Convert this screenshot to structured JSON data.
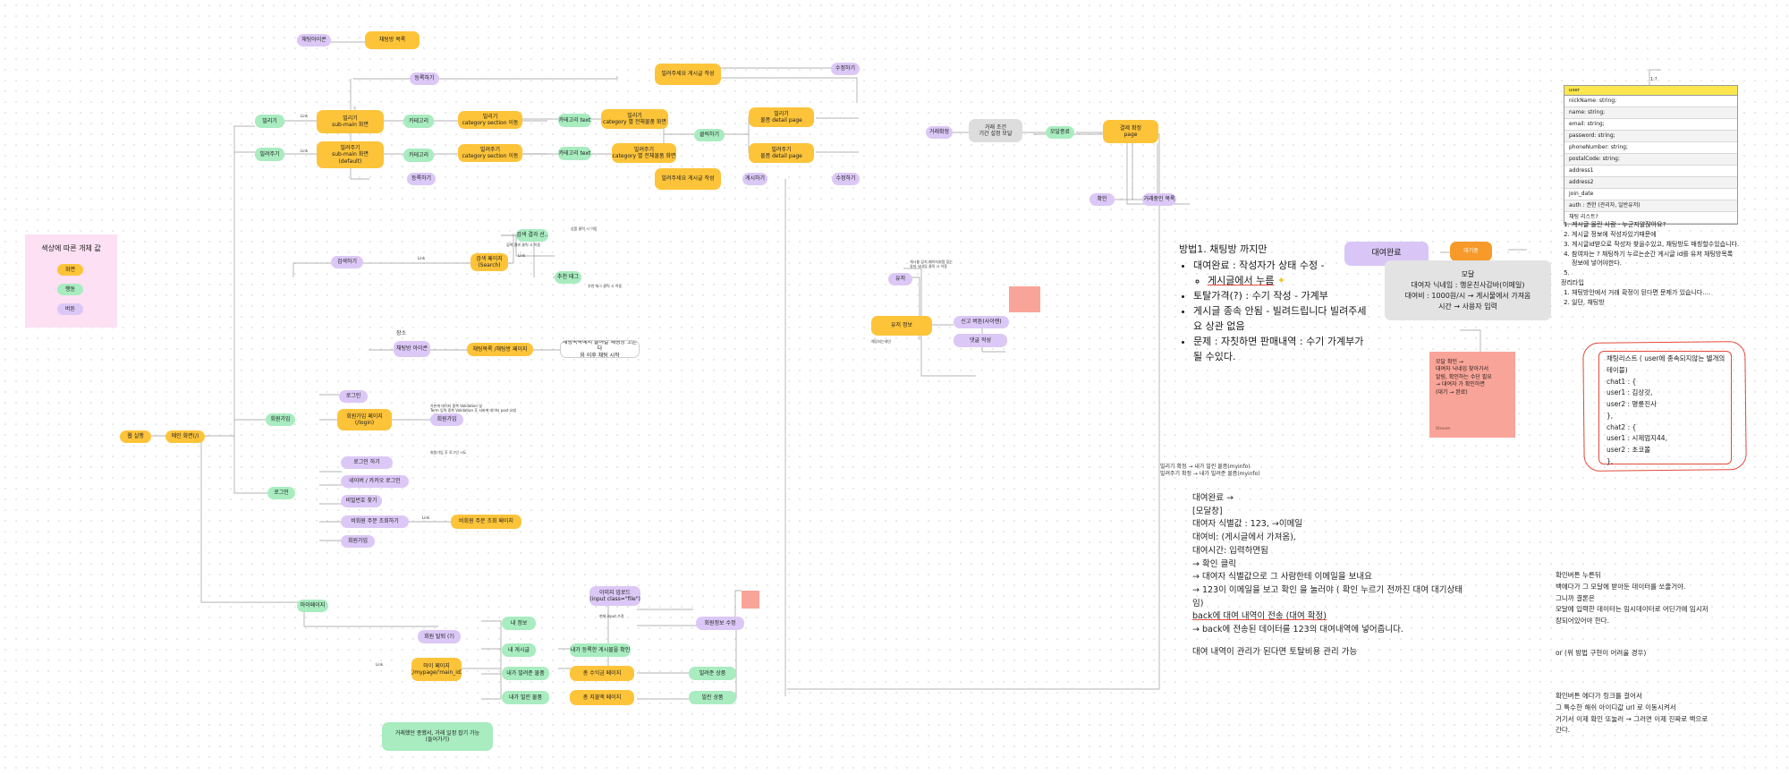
{
  "colors": {
    "yellow": "#fdc43a",
    "green": "#a8ecc0",
    "purple": "#dcc8f6",
    "gray": "#dddddd",
    "pink_bg": "#fde0f4",
    "red_note": "#f9a498",
    "violet": "#d9c6f7",
    "orange": "#f79a2a"
  },
  "legend": {
    "title": "색상에 따른 개체 값",
    "items": [
      "화면",
      "행동",
      "버튼"
    ]
  },
  "flow": {
    "n_chatlist_btn": "채팅아이콘",
    "n_chatlist": "채팅방 목록",
    "n_register_top": "등록하기",
    "n_lend_post": "빌려주세요 게시글 작성",
    "n_edit_top": "수정하기",
    "n_borrow": "빌리기",
    "n_lend": "빌려주기",
    "n_borrow_sub": "빌리기\nsub-main 화면",
    "n_lend_sub": "빌려주기\nsub-main 화면\n(default)",
    "n_cat1": "카테고리",
    "n_cat2": "카테고리",
    "n_borrow_cat": "빌리기\ncategory section 이동",
    "n_lend_cat": "빌려주기\ncategory section 이동",
    "n_cattext1": "카테고리 text",
    "n_cattext2": "카테고리 text",
    "n_borrow_catlist": "빌리기\ncategory 별 전체물품 화면",
    "n_lend_catlist": "빌려주기\ncategory 별 전체물품 화면",
    "n_click": "클릭하기",
    "n_borrow_detail": "빌리기\n물픔 detail page",
    "n_lend_detail": "빌려주기\n물픔 detail page",
    "n_register_mid": "등록하기",
    "n_borrow_post": "빌려주세요 게시글 작성",
    "n_post_btn": "게시하기",
    "n_edit_mid": "수정하기",
    "n_deal_confirm": "거래확정",
    "n_deal_cond": "거래 조건\n기간 설정 모달",
    "n_modal_close": "모달종료",
    "n_final": "결제 확정\npage",
    "n_ok": "확인",
    "n_trade_list": "거래중인 목록",
    "n_search_result": "검색 결과 선..",
    "n_search": "검색하기",
    "n_search_page": "검색 페이지\n(Search)",
    "n_recommend": "추천 태그",
    "n_location": "장소",
    "n_chat_icon2": "채팅방 아이콘",
    "n_chat_page": "채팅목록 /채팅방 페이지",
    "n_chat_note": "채팅목록에서 들어갈 채팅방 고른 다\n음 이후 채팅 시작",
    "n_login": "로그인",
    "n_join_page": "회원가입 페이지\n(/login)",
    "n_join_btn": "회원가입",
    "n_join": "회원가입",
    "n_webstart": "웹 실행",
    "n_auth": "메인 화면(/)",
    "n_login2": "로그인",
    "n_login_do": "로그인 하기",
    "n_naver": "네이버 / 카카오 로그인",
    "n_pw": "비밀번호 찾기",
    "n_unauth": "비회원 주문 조회하기",
    "n_unauth_page": "비회원 주문 조회 페이지",
    "n_join3": "회원가입",
    "n_mypage_icon": "마이페이지",
    "n_img_upload": "이미지 업로드\n(input class=\"file\")",
    "n_myinfo": "내 정보",
    "n_edit_info": "회원정보 수정",
    "n_withdraw": "회원 탈퇴 (?)",
    "n_mypage": "마이 페이지\n(/mypage/'main_id)",
    "n_mypost": "내 게시글",
    "n_mypost_check": "내가 등록한 게시물을 확인",
    "n_borrowed": "내가 빌려준 물품",
    "n_borrowed_page": "총 수익금 페이지",
    "n_borrowed_item": "빌려준 상품",
    "n_lent": "내가 빌린 물품",
    "n_lent_page": "총 지불액 페이지",
    "n_lent_item": "빌린 상품",
    "n_history": "거래했던 종했서, 거래 일정 잡기 가능\n(들어가기)",
    "n_post_save": "유저",
    "n_user_info": "유저 정보",
    "n_report": "신고 버튼(사이렌)",
    "n_review": "댓글 작성"
  },
  "tiny": {
    "link1": "Link",
    "link2": "Link",
    "link3": "Link",
    "link4": "Link",
    "link5": "Link",
    "link6": "Link",
    "search_note1": "상품 클릭 시 이동",
    "search_note2": "검색 결과 클릭 시 이동",
    "search_note3": "추천 태그 클릭 시 이동",
    "join_note": "가본게 데이터 중복 Validation 및\nTerm 입력 중복 Validation 후 서버에 데이터 post 요청",
    "join_note2": "회원가입 후 로그인 시도",
    "img_note": "현재 input 수정",
    "user_note": "게시물 감지 페이지처럼 있는\n유저 닉네임 클릭 시 이동",
    "profile_note": "해당되는테인"
  },
  "method": {
    "title": "방법1. 채팅방 까지만",
    "b1": "대여완료 : 작성자가 상태 수정 -",
    "b1sub": "게시글에서 누름",
    "b2": "토탈가격(?) : 수기 작성 - 가계부",
    "b3": "게시글 종속 안됨 - 빌려드립니다 빌려주세요 상관 없음",
    "b4": "문제 : 자칫하면 판매내역 : 수기 가계부가 될 수있다."
  },
  "flow2": {
    "done": "대여완료",
    "confirm": "대기중",
    "modal": "모달\n대여자 닉네임 : 행운친사감바(이메일)\n대여비 : 1000원/시 → 게시물에서 가져옴\n시간 → 사용자 입력",
    "red_note": "모달 확인 →\n대여자 닉네임 찾아가서\n알림, 확인하는 수단 필요\n→ 대여자 가 확인하면\n(대기 → 완료)",
    "red_note_sig": "Stream"
  },
  "db": {
    "header": "user",
    "rows": [
      "nickName: string;",
      "  name: string;",
      "email: string;",
      "password: string;",
      "phoneNumber: string;",
      "postalCode: string;",
      "address1",
      "address2",
      "join_date",
      "auth : 권한 (관리자, 일반유저)",
      "채팅 리스트?"
    ],
    "top_tag": "1:?"
  },
  "questions": {
    "items": [
      "게시글 올린 사람 - 누군지알잖아요?",
      "게시글 정보에 작성자있기때문에",
      "게시글id받으로 작성자 찾을수있고, 채팅방도 매칭할수있습니다.",
      "참여자는 ? 채팅하기 누르는순간 게시글 id를 유저 채팅방목록 정보에 넣어야한다.",
      ""
    ],
    "section": "정리타입",
    "items2": [
      "채팅방안에서 거래 확정이 된다면 문제가 있습니다....",
      "일단, 채팅방"
    ]
  },
  "chatlist": "채팅리스트 ( user에 종속되지않는 별개의 테이블)\nchat1 : {\n  user1 : 김상갓,\n  user2 : 명륜진사\n},\nchat2 : {\n  user1 : 시제엄지44,\n  user2 : 초코볼\n},",
  "myinfo_note": "빌리기 확정 → 내가 빌린 물픔(myinfo)\n빌려주기 확정 → 내가 빌려준 물픔(myinfo)",
  "flow_text": {
    "l1": "대여완료 →",
    "l2": "[모달창]",
    "l3": "대여자 식별값 : 123,  →이메일",
    "l4": "대여비: (게시글에서 가져옴),",
    "l5": "대여시간: 입력하면됨",
    "l6": "→ 확인 클릭",
    "l7": "→ 대여자 식별값으로 그 사람한테 이메일을 보내요",
    "l8": "→ 123이 이메일을 보고 확인 을 눌러야 ( 확인 누르기 전까진 대여 대기상태임)",
    "l9": "back에 대여 내역이 전송 (대여 확정)",
    "l10": "→ back에 전송된 데이터를 123의 대여내역에 넣어줍니다.",
    "l11": "대여 내역이 관리가 된다면 토탈비용 관리 가능"
  },
  "right_text": {
    "p1": "확인버튼 누른뒤\n백에다가 그 모달에 받아둔 데이터를 쏘줄거야.\n그니까 결론은\n모달에 입력한 데이터는 임시데이터로 어딘가에 임시저\n장되어있어야 한다.",
    "p2": "or (위 방법 구현이 어려울 경우)",
    "p3": "확인버튼 에다가 링크를 걸어서\n그 특수한 해쉬 아이디값 url 로 이동시켜서\n거기서 이제 확인 또눌러 → 그러면 이제 진짜로 백으로\n간다."
  }
}
